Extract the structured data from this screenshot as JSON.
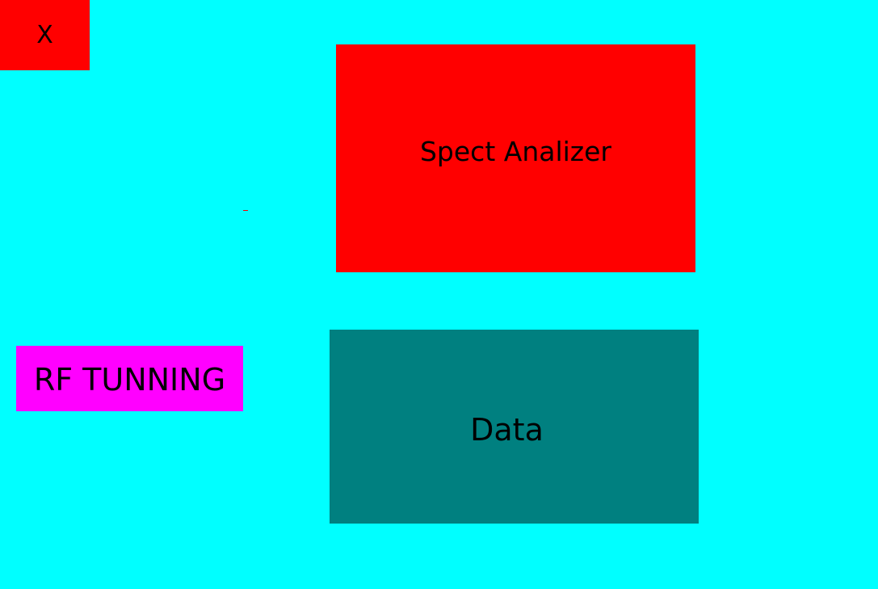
{
  "window": {
    "close_label": "X"
  },
  "buttons": {
    "spect_analizer_label": "Spect Analizer",
    "rf_tunning_label": "RF TUNNING",
    "data_label": "Data"
  },
  "colors": {
    "background": "#00ffff",
    "close_button": "#ff0000",
    "spect_button": "#ff0000",
    "rf_button": "#ff00ff",
    "data_button": "#008080",
    "text": "#000000"
  }
}
